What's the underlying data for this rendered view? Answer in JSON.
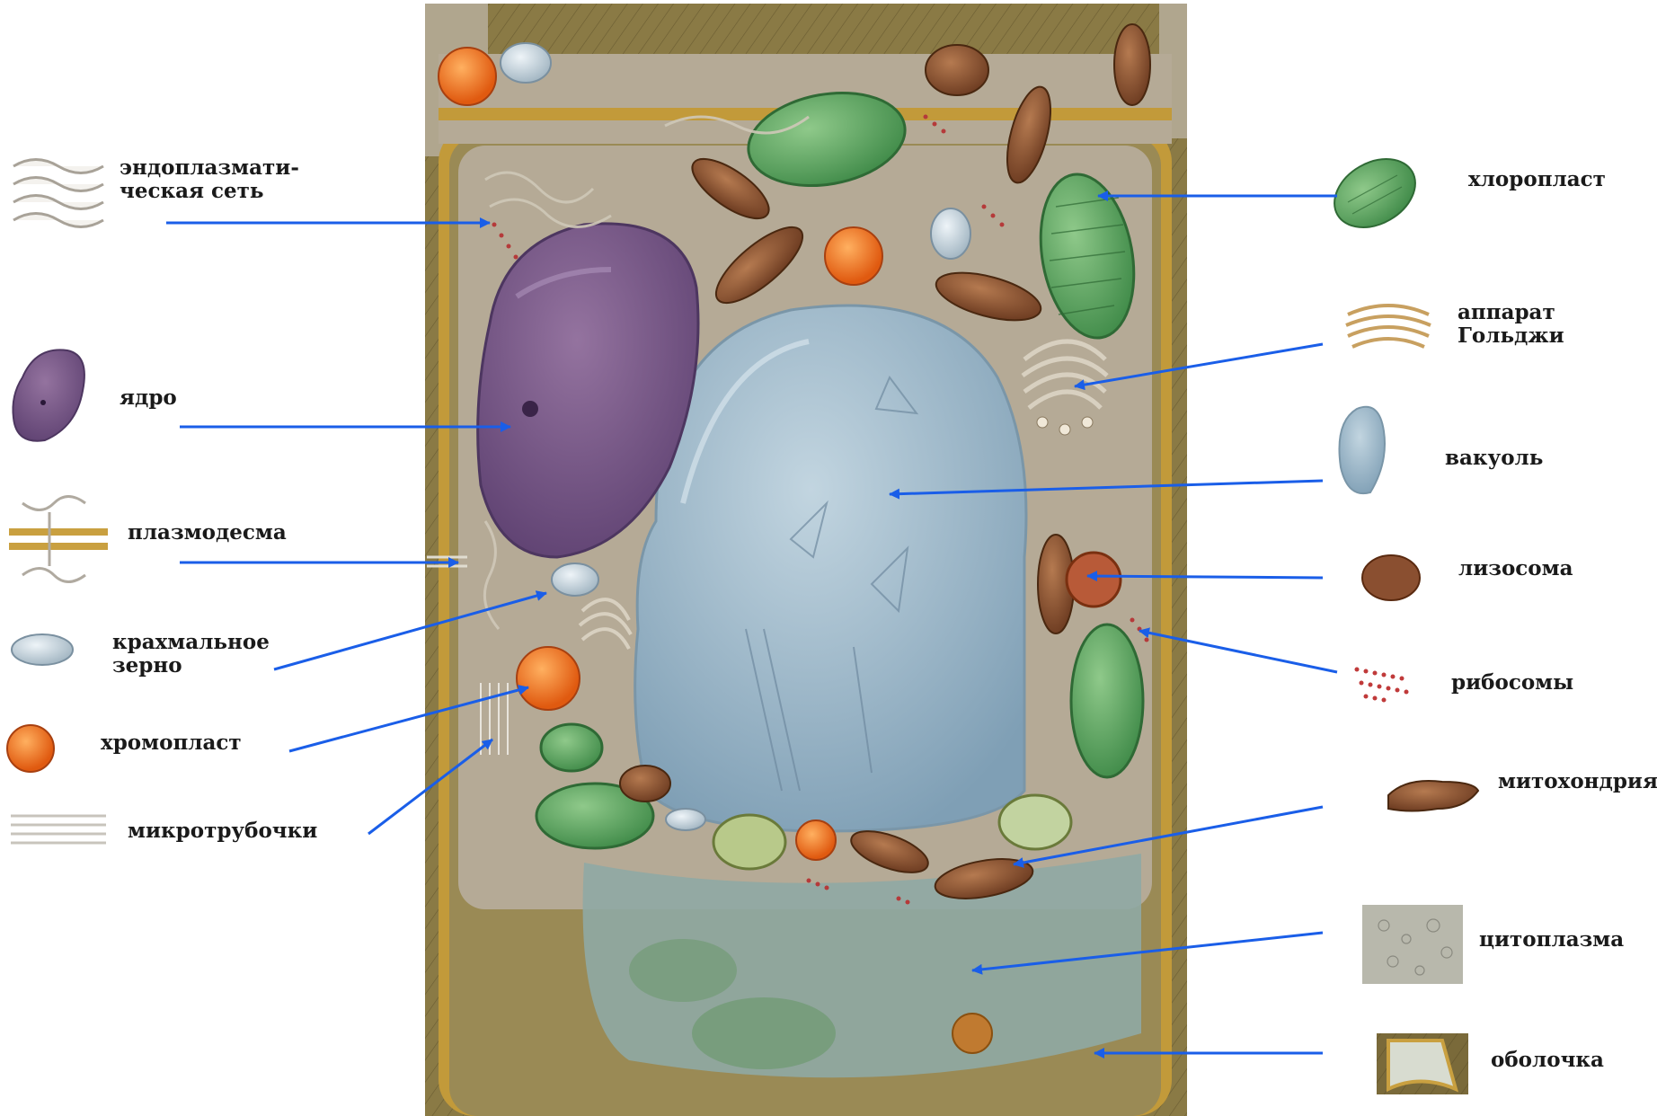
{
  "labels_left": {
    "er": "эндоплазмати-\nческая  сеть",
    "nucleus": "ядро",
    "plasmodesma": "плазмодесма",
    "starch": "крахмальное\nзерно",
    "chromoplast": "хромопласт",
    "microtubules": "микротрубочки"
  },
  "labels_right": {
    "chloroplast": "хлоропласт",
    "golgi": "аппарат\nГольджи",
    "vacuole": "вакуоль",
    "lysosome": "лизосома",
    "ribosomes": "рибосомы",
    "mitochondria": "митохондрия",
    "cytoplasm": "цитоплазма",
    "cell_wall": "оболочка"
  },
  "colors": {
    "arrow": "#1a5ee8",
    "cell_wall": "#6b5a2a",
    "cytoplasm": "#b5aa96",
    "vacuole": "#9bb5c8",
    "nucleus": "#7a5a8a",
    "chloroplast": "#5da060",
    "chromoplast": "#e8701e",
    "mitochondria": "#8a4f30",
    "ribosome": "#b53a3a"
  }
}
